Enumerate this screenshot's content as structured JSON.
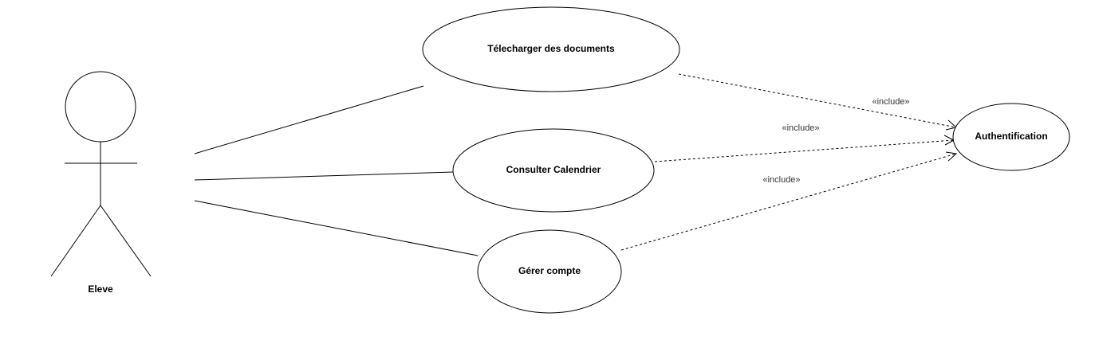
{
  "diagram": {
    "type": "uml-use-case",
    "actor": {
      "name": "Eleve"
    },
    "use_cases": {
      "telecharger": {
        "label": "Télecharger des documents"
      },
      "calendrier": {
        "label": "Consulter Calendrier"
      },
      "compte": {
        "label": "Gérer compte"
      },
      "auth": {
        "label": "Authentification"
      }
    },
    "include_labels": {
      "from_telecharger": "«include»",
      "from_calendrier": "«include»",
      "from_compte": "«include»"
    },
    "colors": {
      "stroke": "#000000",
      "background": "#ffffff",
      "label_text": "#333333"
    }
  }
}
